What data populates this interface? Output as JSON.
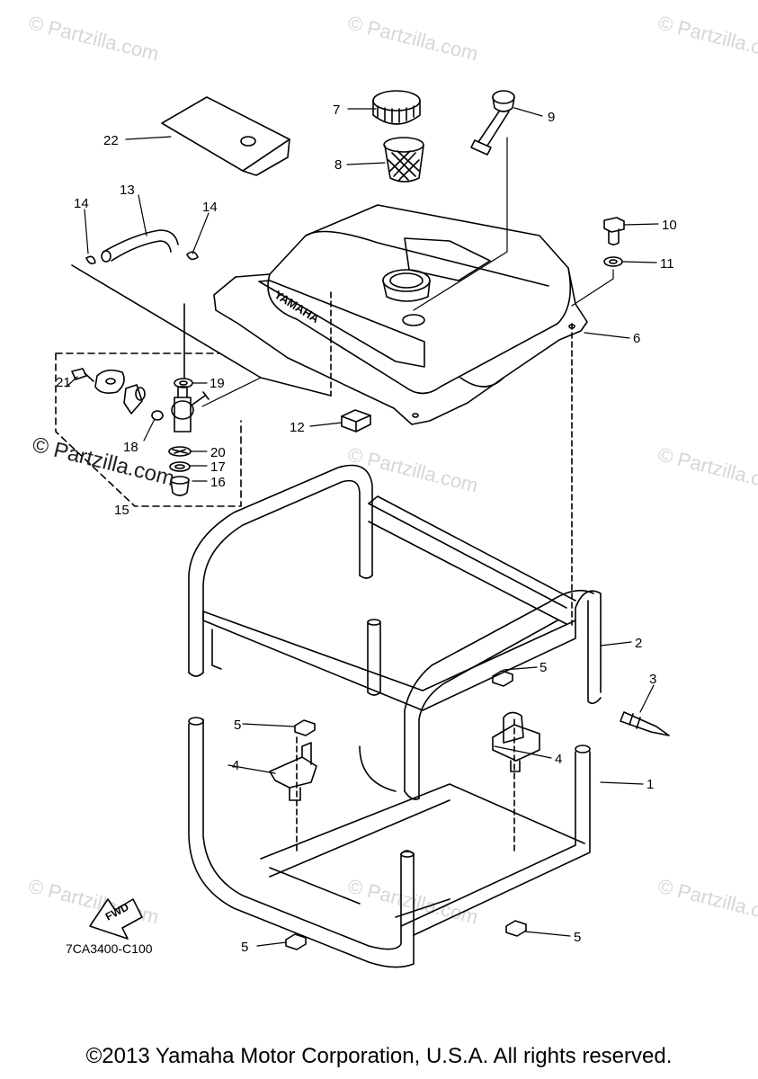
{
  "watermark": "© Partzilla.com",
  "diagram_code": "7CA3400-C100",
  "fwd_label": "FWD",
  "tank_brand": "YAMAHA",
  "copyright": "©2013 Yamaha Motor Corporation, U.S.A. All rights reserved.",
  "callouts": [
    "1",
    "2",
    "3",
    "4",
    "4",
    "5",
    "5",
    "5",
    "5",
    "6",
    "7",
    "8",
    "9",
    "10",
    "11",
    "12",
    "13",
    "14",
    "14",
    "15",
    "16",
    "17",
    "18",
    "19",
    "20",
    "21",
    "22"
  ]
}
